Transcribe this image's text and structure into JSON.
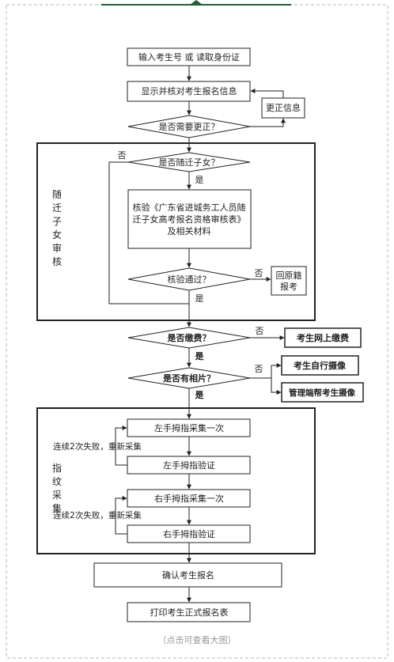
{
  "steps": {
    "input": "输入考生号 或 读取身份证",
    "show_verify": "显示并核对考生报名信息",
    "correct_info": "更正信息",
    "need_correct": "是否需要更正？",
    "is_migrant_child": "是否随迁子女？",
    "verify_form_line1": "核验《广东省进城务工人员随",
    "verify_form_line2": "迁子女高考报名资格审核表》",
    "verify_form_line3": "及相关材料",
    "verify_passed": "核验通过？",
    "return_home_line1": "回原籍",
    "return_home_line2": "报考",
    "is_paid": "是否缴费？",
    "pay_online": "考生网上缴费",
    "has_photo": "是否有相片？",
    "self_photo": "考生自行摄像",
    "admin_photo": "管理端帮考生摄像",
    "left_collect": "左手拇指采集一次",
    "left_verify": "左手拇指验证",
    "right_collect": "右手拇指采集一次",
    "right_verify": "右手拇指验证",
    "confirm": "确认考生报名",
    "print": "打印考生正式报名表"
  },
  "labels": {
    "yes": "是",
    "no": "否",
    "retry_left": "连续2次失败，重新采集",
    "retry_right": "连续2次失败，重新采集"
  },
  "groups": {
    "migrant_review": [
      "随",
      "迁",
      "子",
      "女",
      "审",
      "核"
    ],
    "fingerprint": [
      "指",
      "纹",
      "采",
      "集"
    ]
  },
  "footer": {
    "caption": "（点击可查看大图）"
  },
  "colors": {
    "line": "#222222",
    "frame": "#b8b8b8",
    "accent": "#1f5e3a",
    "caption": "#999999"
  }
}
